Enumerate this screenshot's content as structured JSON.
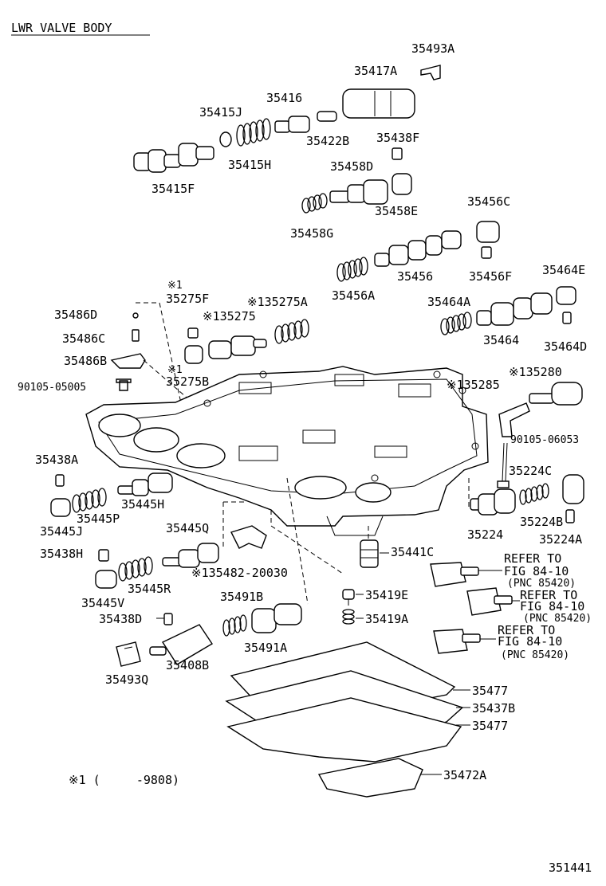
{
  "title": "LWR VALVE BODY",
  "figure_number": "351441",
  "footnote": "※1 (     -9808)",
  "labels": {
    "p35493A": "35493A",
    "p35417A": "35417A",
    "p35415J": "35415J",
    "p35416": "35416",
    "p35422B": "35422B",
    "p35438F": "35438F",
    "p35415H": "35415H",
    "p35415F": "35415F",
    "p35458D": "35458D",
    "p35458E": "35458E",
    "p35458G": "35458G",
    "p35456C": "35456C",
    "p35456F": "35456F",
    "p35456": "35456",
    "p35456A": "35456A",
    "p35464E": "35464E",
    "p35464A": "35464A",
    "p35464": "35464",
    "p35464D": "35464D",
    "m1a": "※1",
    "p35275F": "35275F",
    "p135275": "※135275",
    "p135275A": "※135275A",
    "p35486D": "35486D",
    "p35486C": "35486C",
    "p35486B": "35486B",
    "m1b": "※1",
    "p35275B": "35275B",
    "p90105_05005": "90105-05005",
    "p135280": "※135280",
    "p135285": "※135285",
    "p90105_06053": "90105-06053",
    "p35224C": "35224C",
    "p35224B": "35224B",
    "p35224": "35224",
    "p35224A": "35224A",
    "p35438A": "35438A",
    "p35445H": "35445H",
    "p35445P": "35445P",
    "p35445J": "35445J",
    "p35445Q": "35445Q",
    "p35438H": "35438H",
    "p135482": "※135482-20030",
    "p35445R": "35445R",
    "p35445V": "35445V",
    "p35441C": "35441C",
    "ref1a": "REFER TO",
    "ref1b": "FIG 84-10",
    "ref1c": "(PNC 85420)",
    "ref2a": "REFER TO",
    "ref2b": "FIG 84-10",
    "ref2c": "(PNC 85420)",
    "ref3a": "REFER TO",
    "ref3b": "FIG 84-10",
    "ref3c": "(PNC 85420)",
    "p35491B": "35491B",
    "p35419E": "35419E",
    "p35438D": "35438D",
    "p35419A": "35419A",
    "p35491A": "35491A",
    "p35493Q": "35493Q",
    "p35408B": "35408B",
    "p35477a": "35477",
    "p35437B": "35437B",
    "p35477b": "35477",
    "p35472A": "35472A"
  }
}
